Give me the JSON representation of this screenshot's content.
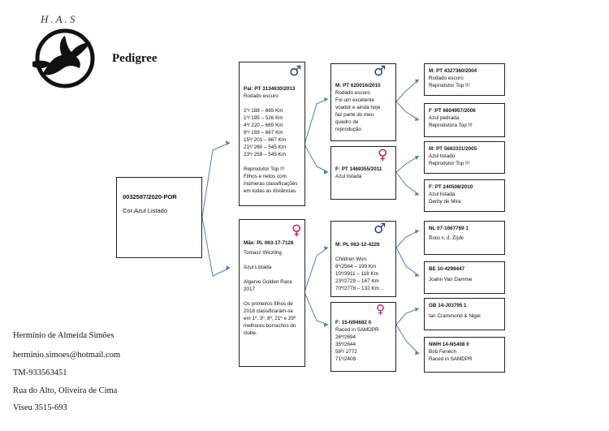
{
  "header": {
    "logo_letters": "H.A.S",
    "title": "Pedigree"
  },
  "subject": {
    "ring": "0032587/2020-POR",
    "color": "Cor:Azul Listado"
  },
  "sire": {
    "id": "Pai: PT 3134630/2013",
    "lines": [
      "Rodado escuro",
      "",
      "1º/ 188 – 665 Km",
      "1º/ 195 – 526 Km",
      "4º/ 220 – 665 Km",
      "6º/ 159 – 667 Km",
      "15º/ 201 – 667 Km",
      "21º/ 260 – 545 Km",
      "23º/ 258 – 545 Km",
      "",
      "Reprodutor Top !!!",
      "Filhos e netos com",
      "inúmeras classificações",
      "em todas as distâncias."
    ]
  },
  "dam": {
    "id": "Mãe: PL 063-17-7126",
    "lines": [
      "Tomasz Wiczling",
      "",
      "Azul Listada",
      "",
      "Algarve Golden Race",
      "2017",
      "",
      "Os primeiros filhos de",
      "2018 classificaram-se",
      "em 1º, 3º, 8º, 21º e 29º",
      "melhores borrachos do",
      "clube."
    ]
  },
  "sire_sire": {
    "id": "M: PT 620016/2010",
    "lines": [
      "Rodado escuro",
      "Foi um excelente",
      "voador e ainda hoje",
      "faz parte do meu",
      "quadro de",
      "reprodução"
    ]
  },
  "sire_dam": {
    "id": "F: PT 1469355/2011",
    "lines": [
      "Azul listada"
    ]
  },
  "dam_sire": {
    "id": "M: PL 063-12-4226",
    "lines": [
      "",
      "Children Won:",
      "6º/2564 – 199 Km",
      "10º/3911 – 118 Km",
      "23º/2729 – 167 Km",
      "70º/2778 – 132 Km…"
    ]
  },
  "dam_dam": {
    "id": "F: 15-N94682 0",
    "lines": [
      "Raced in SAMDPR",
      "26º/2694",
      "35º/2644",
      "58º/ 2772",
      "71º/2408"
    ]
  },
  "gg": [
    {
      "id": "M: PT 4327360/2004",
      "lines": [
        "Rodado escuro",
        "Reprodutor Top !!!"
      ]
    },
    {
      "id": "F :PT 6604957/2006",
      "lines": [
        "Azul pedrada",
        "Reprodutora Top !!!"
      ]
    },
    {
      "id": "M: PT 5683331/2005",
      "lines": [
        "Azul listado",
        "Reprodutor Top !!!"
      ]
    },
    {
      "id": "F: PT 240508/2010",
      "lines": [
        "Azul listada",
        "Derby de Mira"
      ]
    },
    {
      "id": "NL 07-1667769 1",
      "lines": [
        "Rons v. d. Zijde"
      ]
    },
    {
      "id": "BE 10-4299447",
      "lines": [
        "Joahn Van Damme"
      ]
    },
    {
      "id": "GB 14-J03795 1",
      "lines": [
        "Ian Crammond & Nigel"
      ]
    },
    {
      "id": "NWH 14-N5408 0",
      "lines": [
        "Bob Fenech",
        "Raced in SAMDPR"
      ]
    }
  ],
  "symbols": {
    "male": "♂",
    "female": "♀"
  },
  "owner": {
    "name": "Hermínio de Almeida Simões",
    "email": "herminio.simoes@hotmail.com",
    "phone": "TM-933563451",
    "address": "Rua do Alto, Oliveira de Cima",
    "postal": "Viseu 3515-693"
  },
  "colors": {
    "connector": "#4a7fc0",
    "male_symbol": "#1f3f7a",
    "female_symbol": "#c2185b"
  }
}
